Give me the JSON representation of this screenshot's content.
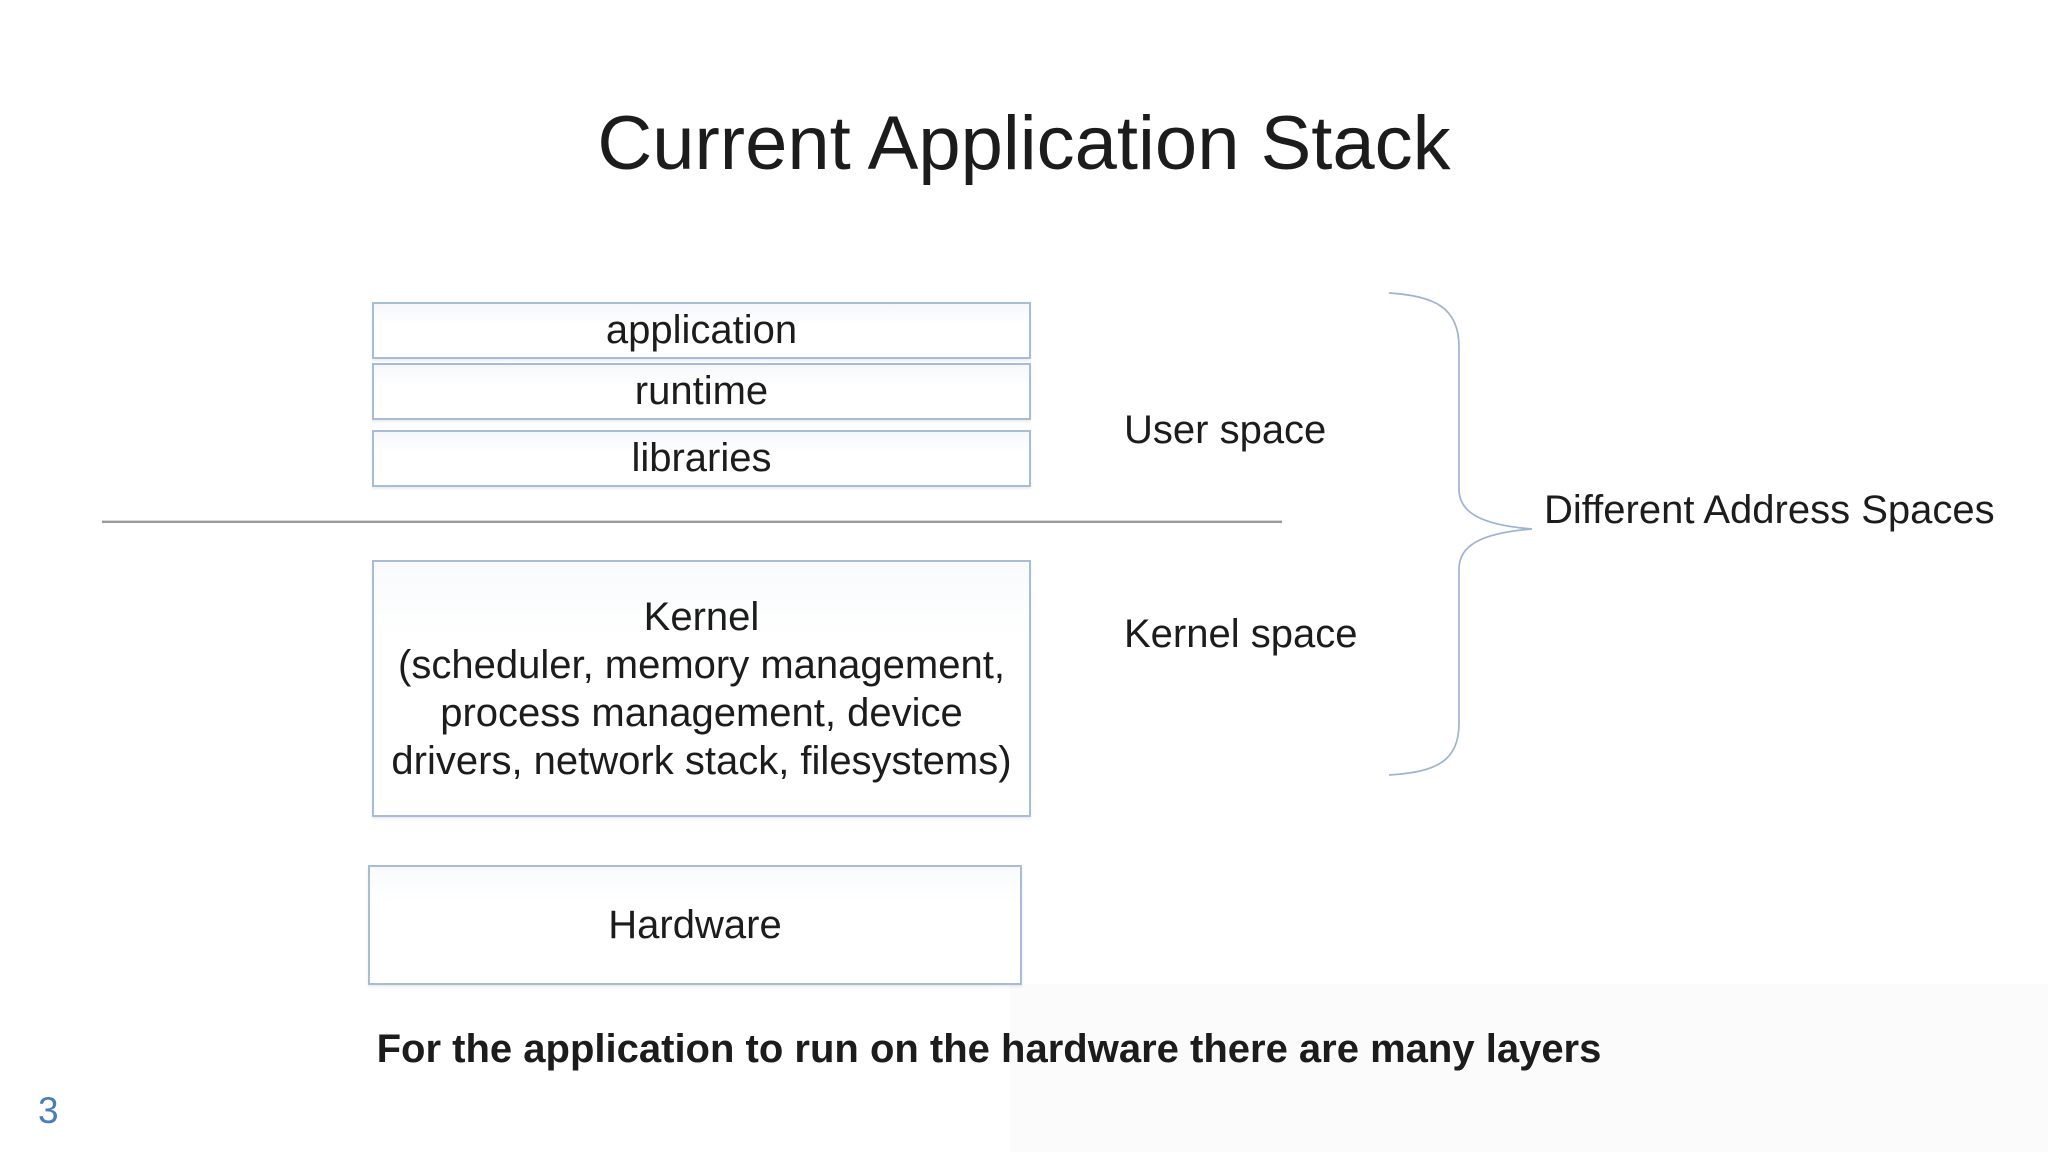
{
  "slide": {
    "title": "Current Application Stack",
    "footer_note": "For the application to run on the hardware there are many layers",
    "page_number": "3"
  },
  "stack": {
    "user_space_layers": [
      {
        "label": "application"
      },
      {
        "label": "runtime"
      },
      {
        "label": "libraries"
      }
    ],
    "kernel_box_text": "Kernel\n(scheduler, memory management,\nprocess management, device\ndrivers, network stack, filesystems)",
    "hardware_label": "Hardware"
  },
  "annotations": {
    "user_space_label": "User space",
    "kernel_space_label": "Kernel space",
    "brace_label": "Different Address Spaces"
  },
  "colors": {
    "box_border": "#a8bdd5",
    "box_text": "#1c1c1c",
    "brace": "#9fb4d2",
    "divider": "#9a9a9a",
    "page_number": "#4a7cbc"
  }
}
